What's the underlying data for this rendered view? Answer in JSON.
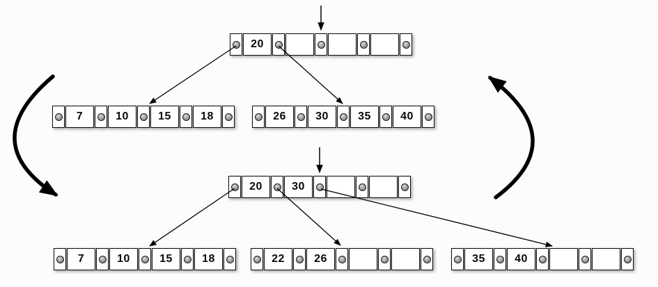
{
  "colors": {
    "background": "#fcfcfc",
    "node_fill": "#ffffff",
    "line": "#000000",
    "slot_fill": "#8f8f8f"
  },
  "icons": {
    "pointer_slot": "pointer-slot-icon",
    "insertion_arrow": "insert-position-down-arrow-icon",
    "cycle_left": "curved-arrow-down-left-icon",
    "cycle_right": "curved-arrow-up-right-icon"
  },
  "trees": {
    "before": {
      "root": {
        "keys": [
          "20",
          "",
          "",
          ""
        ]
      },
      "children": [
        {
          "keys": [
            "7",
            "10",
            "15",
            "18"
          ]
        },
        {
          "keys": [
            "26",
            "30",
            "35",
            "40"
          ]
        }
      ]
    },
    "after": {
      "root": {
        "keys": [
          "20",
          "30",
          "",
          ""
        ]
      },
      "children": [
        {
          "keys": [
            "7",
            "10",
            "15",
            "18"
          ]
        },
        {
          "keys": [
            "22",
            "26",
            "",
            ""
          ]
        },
        {
          "keys": [
            "35",
            "40",
            "",
            ""
          ]
        }
      ]
    }
  }
}
